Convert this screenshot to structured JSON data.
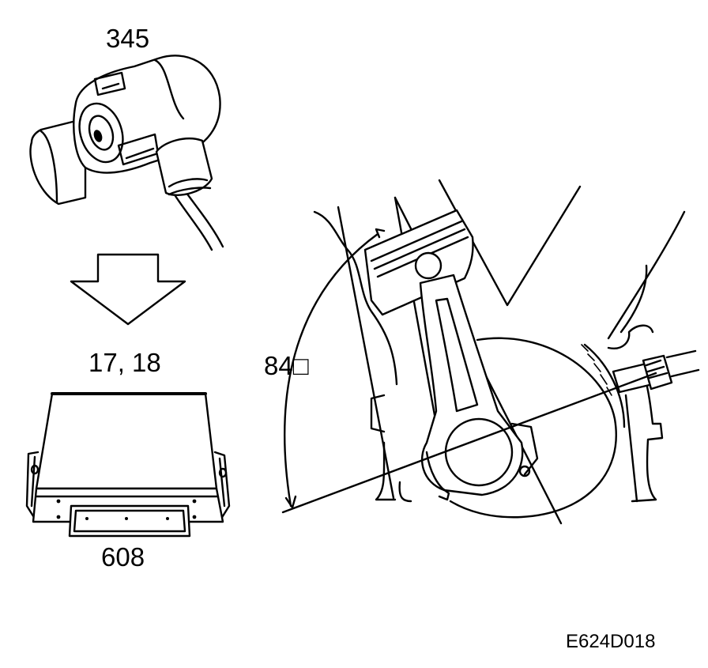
{
  "labels": {
    "knock_sensor": "345",
    "ecu_pins": "17, 18",
    "ecu": "608",
    "angle": "84□",
    "figure_code": "E624D018"
  }
}
